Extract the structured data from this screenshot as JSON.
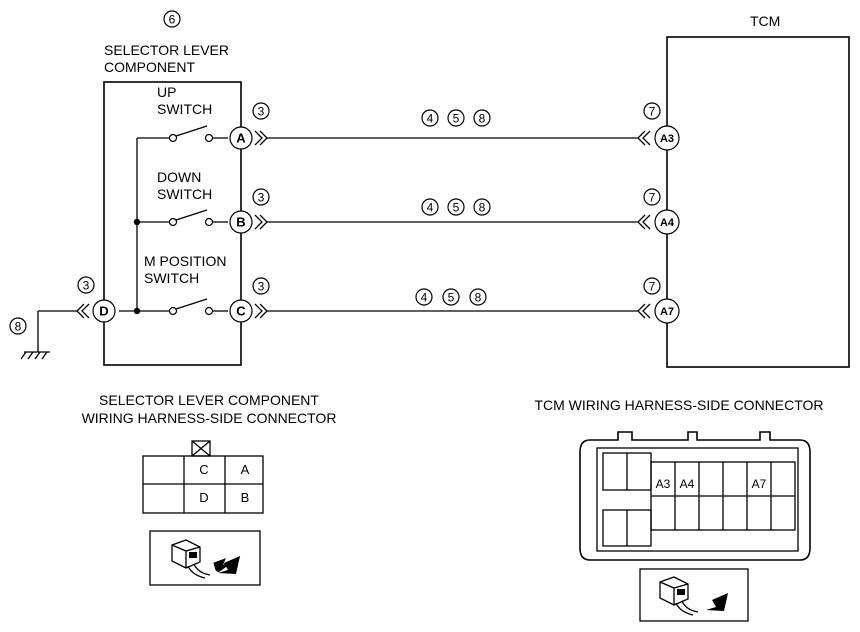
{
  "tcm": {
    "title": "TCM"
  },
  "selector": {
    "component_number": "6",
    "title_line1": "SELECTOR LEVER",
    "title_line2": "COMPONENT"
  },
  "switches": {
    "up_line1": "UP",
    "up_line2": "SWITCH",
    "down_line1": "DOWN",
    "down_line2": "SWITCH",
    "m_line1": "M POSITION",
    "m_line2": "SWITCH"
  },
  "terminals": {
    "a": "A",
    "b": "B",
    "c": "C",
    "d": "D"
  },
  "tcm_terminals": {
    "a3": "A3",
    "a4": "A4",
    "a7": "A7"
  },
  "callouts": {
    "n3": "3",
    "n4": "4",
    "n5": "5",
    "n6": "6",
    "n7": "7",
    "n8": "8"
  },
  "connectors": {
    "selector_title_line1": "SELECTOR LEVER COMPONENT",
    "selector_title_line2": "WIRING HARNESS-SIDE CONNECTOR",
    "selector_cells": {
      "c": "C",
      "a": "A",
      "d": "D",
      "b": "B"
    },
    "tcm_title": "TCM WIRING HARNESS-SIDE CONNECTOR",
    "tcm_cells": {
      "a3": "A3",
      "a4": "A4",
      "a7": "A7"
    }
  }
}
